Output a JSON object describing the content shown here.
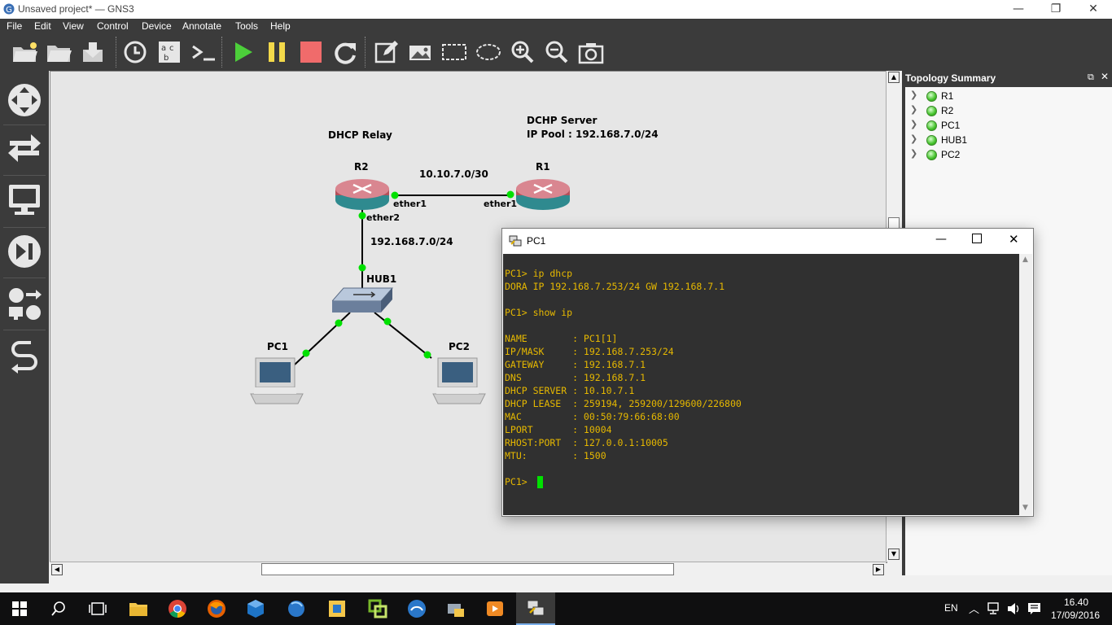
{
  "window": {
    "title": "Unsaved project* — GNS3",
    "minimize": "—",
    "restore": "❐",
    "close": "✕"
  },
  "menu": [
    "File",
    "Edit",
    "View",
    "Control",
    "Device",
    "Annotate",
    "Tools",
    "Help"
  ],
  "topology": {
    "dhcp_relay_label": "DHCP Relay",
    "dhcp_server_label": "DCHP Server",
    "ip_pool_label": "IP Pool : 192.168.7.0/24",
    "r2": "R2",
    "r1": "R1",
    "hub": "HUB1",
    "pc1": "PC1",
    "pc2": "PC2",
    "link_r2_r1": "10.10.7.0/30",
    "link_r2_hub": "192.168.7.0/24",
    "r2_ether1": "ether1",
    "r2_ether2": "ether2",
    "r1_ether1": "ether1",
    "accent_green": "#00e000"
  },
  "summary": {
    "title": "Topology Summary",
    "items": [
      "R1",
      "R2",
      "PC1",
      "HUB1",
      "PC2"
    ]
  },
  "console": {
    "title": "PC1",
    "lines": [
      "PC1> ip dhcp",
      "DORA IP 192.168.7.253/24 GW 192.168.7.1",
      "",
      "PC1> show ip",
      "",
      "NAME        : PC1[1]",
      "IP/MASK     : 192.168.7.253/24",
      "GATEWAY     : 192.168.7.1",
      "DNS         : 192.168.7.1",
      "DHCP SERVER : 10.10.7.1",
      "DHCP LEASE  : 259194, 259200/129600/226800",
      "MAC         : 00:50:79:66:68:00",
      "LPORT       : 10004",
      "RHOST:PORT  : 127.0.0.1:10005",
      "MTU:        : 1500",
      "",
      "PC1> "
    ],
    "text_color": "#e6b800",
    "bg_color": "#303030"
  },
  "taskbar": {
    "lang": "EN",
    "time": "16.40",
    "date": "17/09/2016"
  }
}
